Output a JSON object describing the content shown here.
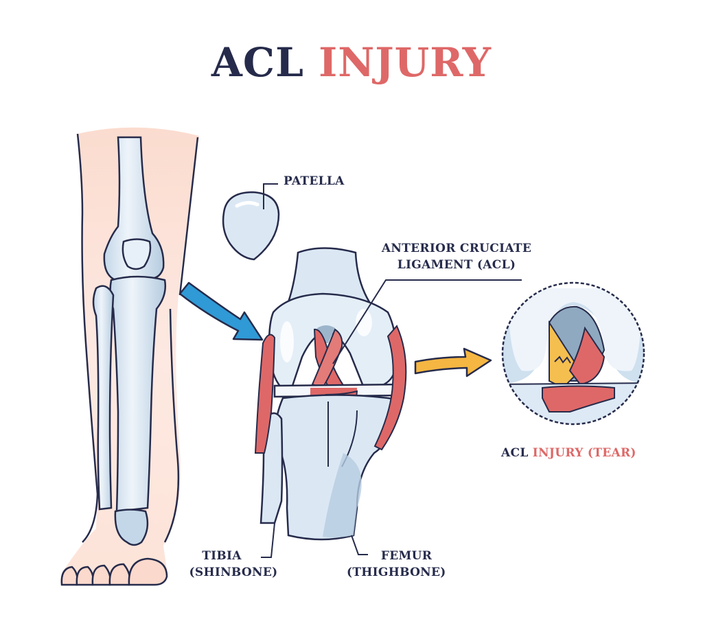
{
  "title": {
    "part1": "ACL",
    "part2": "INJURY",
    "colors": {
      "part1": "#262b4b",
      "part2": "#de6867"
    }
  },
  "labels": {
    "patella": "PATELLA",
    "acl_line1": "ANTERIOR CRUCIATE",
    "acl_line2": "LIGAMENT (ACL)",
    "tibia_line1": "TIBIA",
    "tibia_line2": "(SHINBONE)",
    "femur_line1": "FEMUR",
    "femur_line2": "(THIGHBONE)",
    "tear_part1": "ACL",
    "tear_part2": "INJURY (TEAR)"
  },
  "illustrations": {
    "leg": "leg-with-skeleton",
    "patella": "patella-bone",
    "knee": "knee-joint-with-ligaments",
    "tear_detail": "acl-tear-magnified-circle",
    "arrow_left": "blue-arrow",
    "arrow_right": "yellow-arrow"
  },
  "colors": {
    "outline": "#262b4b",
    "bone": "#dbe8f4",
    "bone_shade": "#b5cce0",
    "skin": "#fbe0d6",
    "ligament": "#de6867",
    "torn_ligament": "#f5bf4f",
    "blue_arrow": "#2f9ad6",
    "yellow_arrow": "#f5b642"
  }
}
